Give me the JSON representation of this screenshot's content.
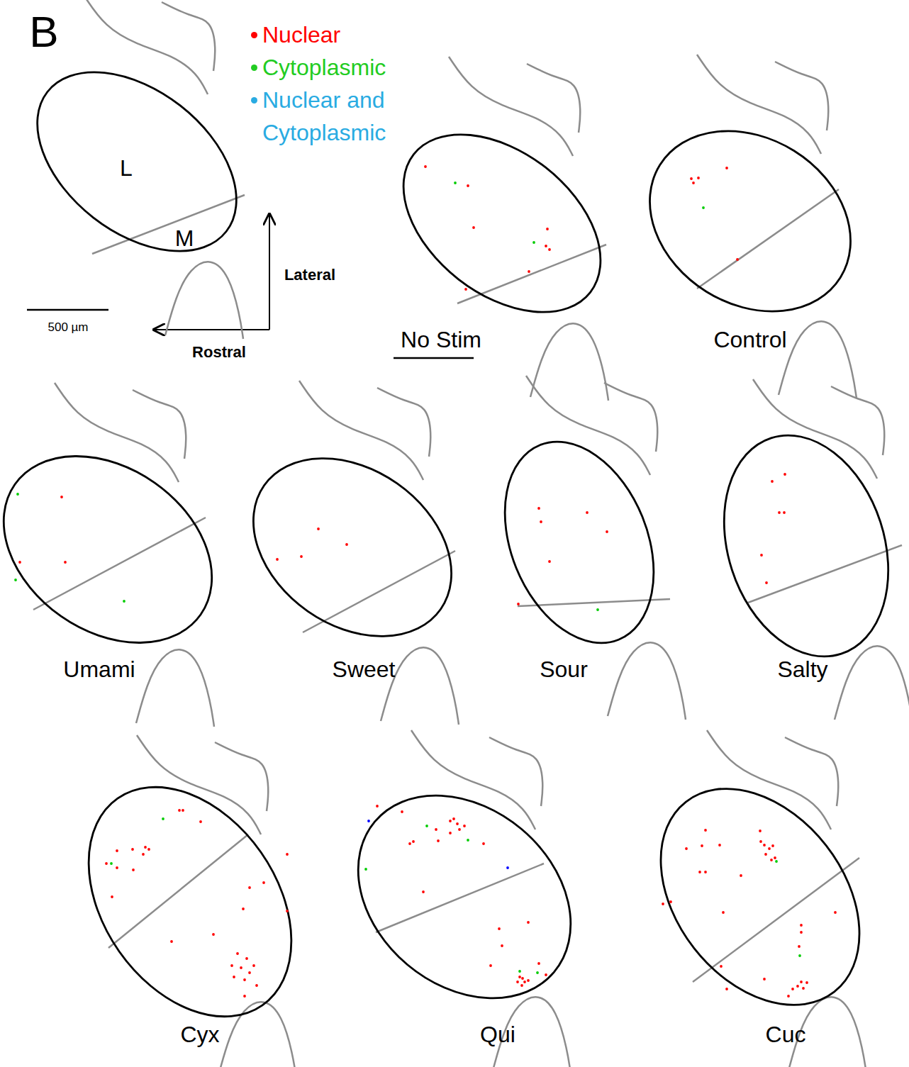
{
  "diagram": {
    "nodes": [
      {
        "text": [
          "L",
          "M"
        ]
      }
    ],
    "labels": [
      "B",
      "500 µm",
      "Lateral",
      "Rostral",
      "No Stim",
      "Control",
      "Umami",
      "Sweet",
      "Sour",
      "Salty",
      "Cyx",
      "Qui",
      "Cuc"
    ],
    "legend": [
      {
        "text": "Nuclear",
        "color": "#ff0000"
      },
      {
        "text": "Cytoplasmic",
        "color": "#22cc22"
      },
      {
        "text": "Nuclear and Cytoplasmic",
        "color": "#29abe2"
      }
    ]
  }
}
